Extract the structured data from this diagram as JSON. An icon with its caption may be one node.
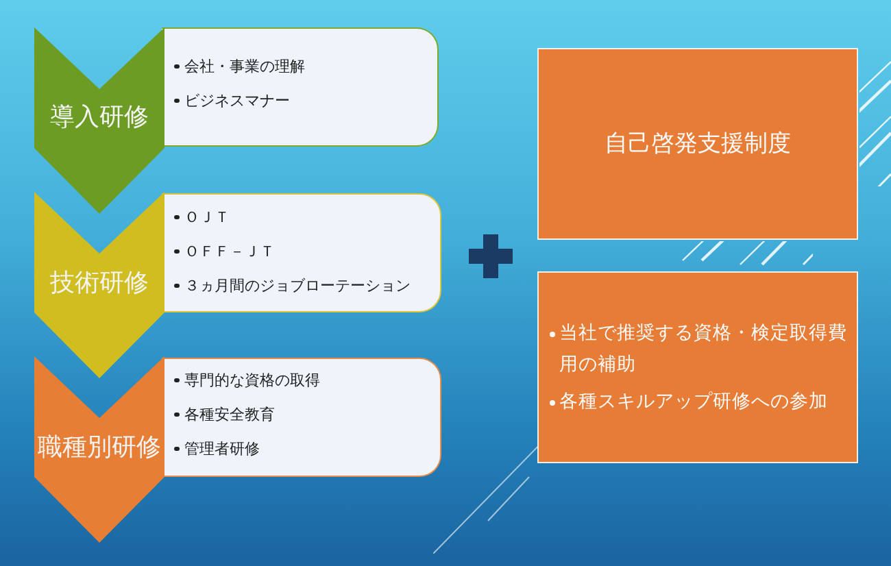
{
  "diagram": {
    "nodes": [
      {
        "text": [
          "導入研修"
        ]
      },
      {
        "text": [
          "会社・事業の理解",
          "ビジネスマナー"
        ]
      },
      {
        "text": [
          "技術研修"
        ]
      },
      {
        "text": [
          "ＯＪＴ",
          "ＯＦＦ－ＪＴ",
          "３ヵ月間のジョブローテーション"
        ]
      },
      {
        "text": [
          "職種別研修"
        ]
      },
      {
        "text": [
          "専門的な資格の取得",
          "各種安全教育",
          "管理者研修"
        ]
      },
      {
        "text": [
          "自己啓発支援制度"
        ]
      },
      {
        "text": [
          "当社で推奨する資格・検定取得費用の補助",
          "各種スキルアップ研修への参加"
        ]
      }
    ]
  }
}
